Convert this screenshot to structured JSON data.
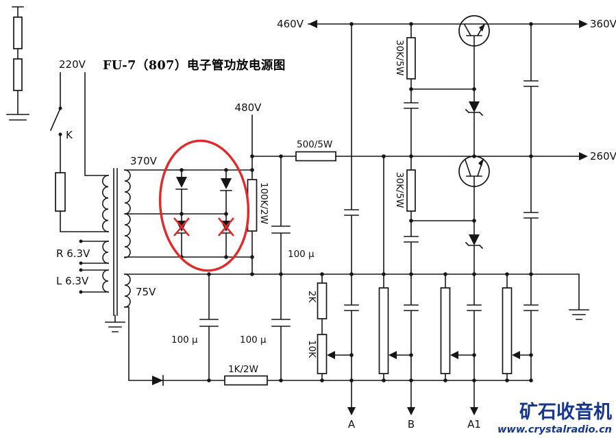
{
  "title": "FU-7（807）电子管功放电源图",
  "labels": {
    "mains_voltage": "220V",
    "switch": "K",
    "winding_hv": "370V",
    "dc_rectified": "480V",
    "rail_top_in": "460V",
    "rail_top_out": "360V",
    "rail_mid_out": "260V",
    "winding_heater_r": "R 6.3V",
    "winding_heater_l": "L 6.3V",
    "winding_bias": "75V",
    "res_dropper": "500/5W",
    "res_bleeder": "100K/2W",
    "res_reg1": "30K/5W",
    "res_reg2": "30K/5W",
    "cap_filter_top": "100 μ",
    "cap_filter_left": "100 μ",
    "cap_filter_mid": "100 μ",
    "res_bias_upper": "2K",
    "res_bias_pot": "10K",
    "res_bias_series": "1K/2W",
    "out_a": "A",
    "out_b": "B",
    "out_a1": "A1"
  },
  "watermark": {
    "site_name": "矿石收音机",
    "site_url": "www.crystalradio.cn"
  },
  "colors": {
    "wire": "#161616",
    "annotation_red": "#e02a2a",
    "watermark_blue": "#17368c"
  }
}
